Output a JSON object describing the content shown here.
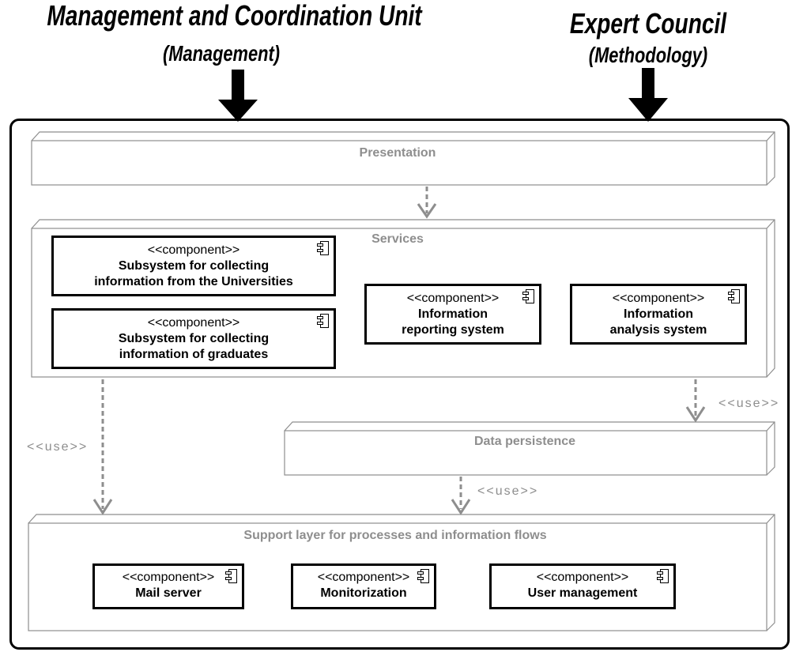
{
  "headings": {
    "left_title": "Management and Coordination Unit",
    "left_subtitle": "(Management)",
    "right_title": "Expert Council",
    "right_subtitle": "(Methodology)"
  },
  "layers": {
    "presentation": "Presentation",
    "services": "Services",
    "data_persistence": "Data persistence",
    "support": "Support layer for processes and information flows"
  },
  "components": {
    "stereotype": "<<component>>",
    "collecting_universities": [
      "Subsystem for collecting",
      "information from the Universities"
    ],
    "collecting_graduates": [
      "Subsystem for collecting",
      "information of graduates"
    ],
    "reporting": [
      "Information",
      "reporting system"
    ],
    "analysis": [
      "Information",
      "analysis system"
    ],
    "mail_server": [
      "Mail server"
    ],
    "monitorization": [
      "Monitorization"
    ],
    "user_management": [
      "User management"
    ]
  },
  "connectors": {
    "use_label": "<<use>>"
  },
  "colors": {
    "layer_text": "#8e8e8e",
    "box_border": "#000000",
    "dashed_arrow": "#8e8e8e"
  },
  "icons": {
    "component": "uml-component-icon",
    "input_arrow": "thick-down-arrow"
  }
}
